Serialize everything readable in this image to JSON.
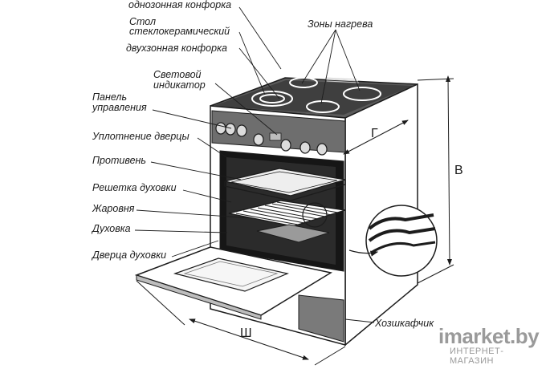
{
  "labels": {
    "single_zone_burner": "однозонная конфорка",
    "ceramic_top_line1": "Стол",
    "ceramic_top_line2": "стеклокерамический",
    "dual_zone_burner": "двухзонная конфорка",
    "indicator_line1": "Световой",
    "indicator_line2": "индикатор",
    "control_panel_line1": "Панель",
    "control_panel_line2": "управления",
    "door_seal": "Уплотнение дверцы",
    "baking_sheet": "Противень",
    "oven_rack": "Решетка духовки",
    "roasting_pan": "Жаровня",
    "oven": "Духовка",
    "oven_door": "Дверца духовки",
    "heating_zones": "Зоны нагрева",
    "storage_drawer": "Хозшкафчик"
  },
  "dimensions": {
    "height": "В",
    "depth": "Г",
    "width": "Ш"
  },
  "watermark": {
    "brand": "imarket.by",
    "subtitle": "ИНТЕРНЕТ-МАГАЗИН"
  },
  "colors": {
    "line": "#1c1c1c",
    "panel": "#6e6e6e",
    "shade": "#8a8a8a",
    "oven_interior": "#1a1a1a",
    "watermark": "#9a9a9a"
  }
}
